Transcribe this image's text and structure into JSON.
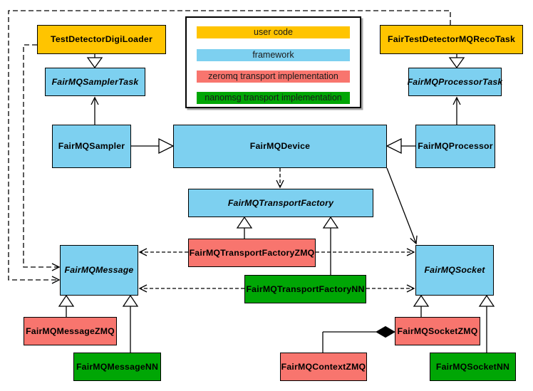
{
  "colors": {
    "user_code": "#FFC400",
    "framework": "#7DD0F0",
    "zeromq": "#F8756E",
    "nanomsg": "#00A605",
    "line": "#000000",
    "background": "#FFFFFF"
  },
  "legend": {
    "items": [
      {
        "label": "user code",
        "color": "#FFC400"
      },
      {
        "label": "framework",
        "color": "#7DD0F0"
      },
      {
        "label": "zeromq transport implementation",
        "color": "#F8756E"
      },
      {
        "label": "nanomsg transport implementation",
        "color": "#00A605"
      }
    ]
  },
  "nodes": {
    "testDetectorDigiLoader": {
      "label": "TestDetectorDigiLoader",
      "category": "user code",
      "abstract": false
    },
    "fairTestDetectorMQRecoTask": {
      "label": "FairTestDetectorMQRecoTask",
      "category": "user code",
      "abstract": false
    },
    "fairMQSamplerTask": {
      "label": "FairMQSamplerTask",
      "category": "framework",
      "abstract": true
    },
    "fairMQProcessorTask": {
      "label": "FairMQProcessorTask",
      "category": "framework",
      "abstract": true
    },
    "fairMQSampler": {
      "label": "FairMQSampler",
      "category": "framework",
      "abstract": false
    },
    "fairMQDevice": {
      "label": "FairMQDevice",
      "category": "framework",
      "abstract": false
    },
    "fairMQProcessor": {
      "label": "FairMQProcessor",
      "category": "framework",
      "abstract": false
    },
    "fairMQTransportFactory": {
      "label": "FairMQTransportFactory",
      "category": "framework",
      "abstract": true
    },
    "fairMQTransportFactoryZMQ": {
      "label": "FairMQTransportFactoryZMQ",
      "category": "zeromq",
      "abstract": false
    },
    "fairMQTransportFactoryNN": {
      "label": "FairMQTransportFactoryNN",
      "category": "nanomsg",
      "abstract": false
    },
    "fairMQMessage": {
      "label": "FairMQMessage",
      "category": "framework",
      "abstract": true
    },
    "fairMQSocket": {
      "label": "FairMQSocket",
      "category": "framework",
      "abstract": true
    },
    "fairMQMessageZMQ": {
      "label": "FairMQMessageZMQ",
      "category": "zeromq",
      "abstract": false
    },
    "fairMQMessageNN": {
      "label": "FairMQMessageNN",
      "category": "nanomsg",
      "abstract": false
    },
    "fairMQSocketZMQ": {
      "label": "FairMQSocketZMQ",
      "category": "zeromq",
      "abstract": false
    },
    "fairMQSocketNN": {
      "label": "FairMQSocketNN",
      "category": "nanomsg",
      "abstract": false
    },
    "fairMQContextZMQ": {
      "label": "FairMQContextZMQ",
      "category": "zeromq",
      "abstract": false
    }
  },
  "edges": [
    {
      "from": "TestDetectorDigiLoader",
      "to": "FairMQSamplerTask",
      "relation": "inheritance"
    },
    {
      "from": "FairTestDetectorMQRecoTask",
      "to": "FairMQProcessorTask",
      "relation": "inheritance"
    },
    {
      "from": "FairMQSampler",
      "to": "FairMQSamplerTask",
      "relation": "association"
    },
    {
      "from": "FairMQProcessor",
      "to": "FairMQProcessorTask",
      "relation": "association"
    },
    {
      "from": "FairMQSampler",
      "to": "FairMQDevice",
      "relation": "inheritance"
    },
    {
      "from": "FairMQProcessor",
      "to": "FairMQDevice",
      "relation": "inheritance"
    },
    {
      "from": "FairMQDevice",
      "to": "FairMQTransportFactory",
      "relation": "dependency"
    },
    {
      "from": "FairMQDevice",
      "to": "FairMQSocket",
      "relation": "association"
    },
    {
      "from": "FairMQTransportFactoryZMQ",
      "to": "FairMQTransportFactory",
      "relation": "inheritance"
    },
    {
      "from": "FairMQTransportFactoryNN",
      "to": "FairMQTransportFactory",
      "relation": "inheritance"
    },
    {
      "from": "FairMQTransportFactoryZMQ",
      "to": "FairMQMessage",
      "relation": "dependency"
    },
    {
      "from": "FairMQTransportFactoryZMQ",
      "to": "FairMQSocket",
      "relation": "dependency"
    },
    {
      "from": "FairMQTransportFactoryNN",
      "to": "FairMQMessage",
      "relation": "dependency"
    },
    {
      "from": "FairMQTransportFactoryNN",
      "to": "FairMQSocket",
      "relation": "dependency"
    },
    {
      "from": "FairMQMessageZMQ",
      "to": "FairMQMessage",
      "relation": "inheritance"
    },
    {
      "from": "FairMQMessageNN",
      "to": "FairMQMessage",
      "relation": "inheritance"
    },
    {
      "from": "FairMQSocketZMQ",
      "to": "FairMQSocket",
      "relation": "inheritance"
    },
    {
      "from": "FairMQSocketNN",
      "to": "FairMQSocket",
      "relation": "inheritance"
    },
    {
      "from": "FairMQContextZMQ",
      "to": "FairMQSocketZMQ",
      "relation": "composition"
    },
    {
      "from": "TestDetectorDigiLoader",
      "to": "FairMQMessage",
      "relation": "dependency"
    },
    {
      "from": "FairTestDetectorMQRecoTask",
      "to": "FairMQMessage",
      "relation": "dependency"
    }
  ]
}
